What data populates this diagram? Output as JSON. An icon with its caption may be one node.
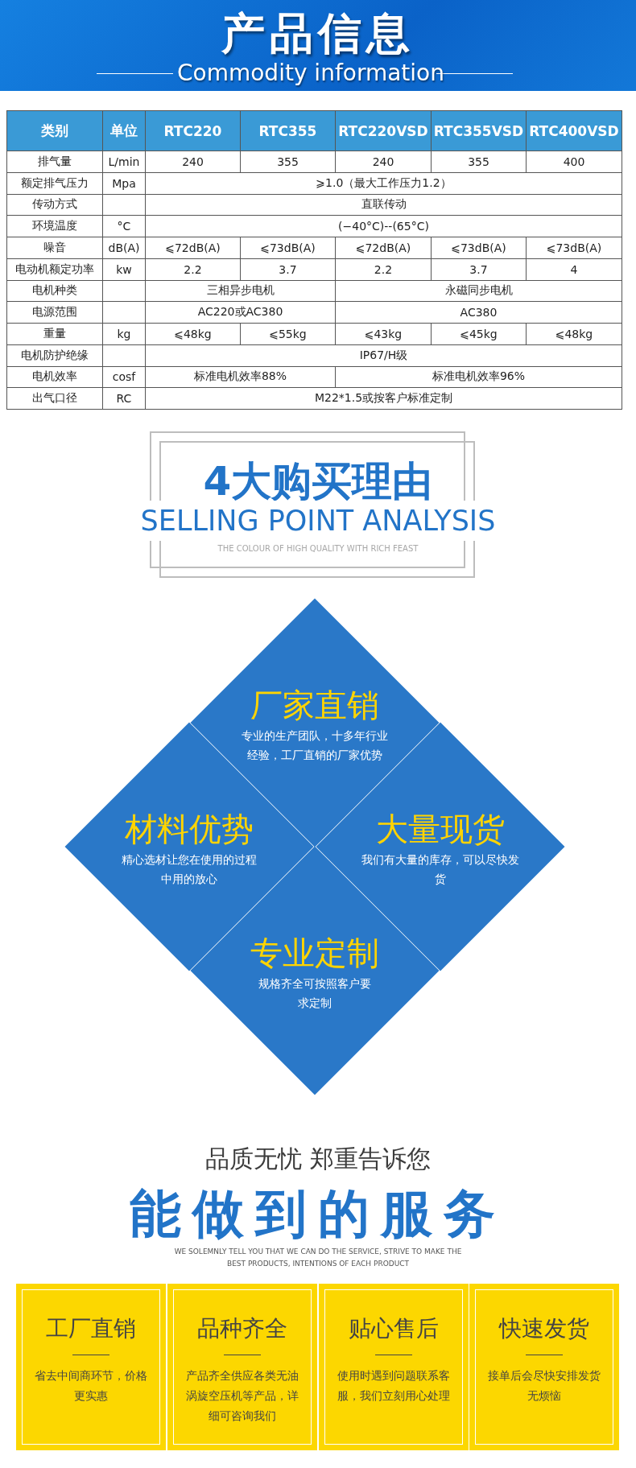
{
  "diagram": {
    "title": "产品信息",
    "nodes": [
      {
        "text": [
          "厂家直销",
          "专业的生产团队，十多年行业经验，工厂直销的厂家优势"
        ]
      },
      {
        "text": [
          "材料优势",
          "精心选材让您在使用的过程中用的放心"
        ]
      },
      {
        "text": [
          "大量现货",
          "我们有大量的库存，可以尽快发货"
        ]
      },
      {
        "text": [
          "专业定制",
          "规格齐全可按照客户要求定制"
        ]
      },
      {
        "text": [
          "工厂直销",
          "省去中间商环节，价格更实惠"
        ]
      },
      {
        "text": [
          "品种齐全",
          "产品齐全供应各类无油涡旋空压机等产品，详细可咨询我们"
        ]
      },
      {
        "text": [
          "贴心售后",
          "使用时遇到问题联系客服，我们立刻用心处理"
        ]
      },
      {
        "text": [
          "快速发货",
          "接单后会尽快安排发货无烦恼"
        ]
      }
    ],
    "labels": [
      "Commodity information",
      "类别",
      "单位",
      "RTC220",
      "RTC355",
      "RTC220VSD",
      "RTC355VSD",
      "RTC400VSD",
      "排气量",
      "L/min",
      "240",
      "355",
      "240",
      "355",
      "400",
      "额定排气压力",
      "Mpa",
      "⩾1.0（最大工作压力1.2）",
      "传动方式",
      "直联传动",
      "环境温度",
      "°C",
      "(−40°C)--(65°C)",
      "噪音",
      "dB(A)",
      "⩽72dB(A)",
      "⩽73dB(A)",
      "⩽72dB(A)",
      "⩽73dB(A)",
      "⩽73dB(A)",
      "电动机额定功率",
      "kw",
      "2.2",
      "3.7",
      "2.2",
      "3.7",
      "4",
      "电机种类",
      "三相异步电机",
      "永磁同步电机",
      "电源范围",
      "AC220或AC380",
      "AC380",
      "重量",
      "kg",
      "⩽48kg",
      "⩽55kg",
      "⩽43kg",
      "⩽45kg",
      "⩽48kg",
      "电机防护绝缘",
      "IP67/H级",
      "电机效率",
      "cosf",
      "标准电机效率88%",
      "标准电机效率96%",
      "出气口径",
      "RC",
      "M22*1.5或按客户标准定制",
      "4大购买理由",
      "SELLING POINT ANALYSIS",
      "THE COLOUR OF HIGH QUALITY WITH RICH FEAST",
      "品质无忧 郑重告诉您",
      "能做到的服务",
      "WE SOLEMNLY TELL YOU THAT WE CAN DO THE SERVICE, STRIVE TO MAKE THE BEST PRODUCTS, INTENTIONS OF EACH PRODUCT"
    ]
  }
}
